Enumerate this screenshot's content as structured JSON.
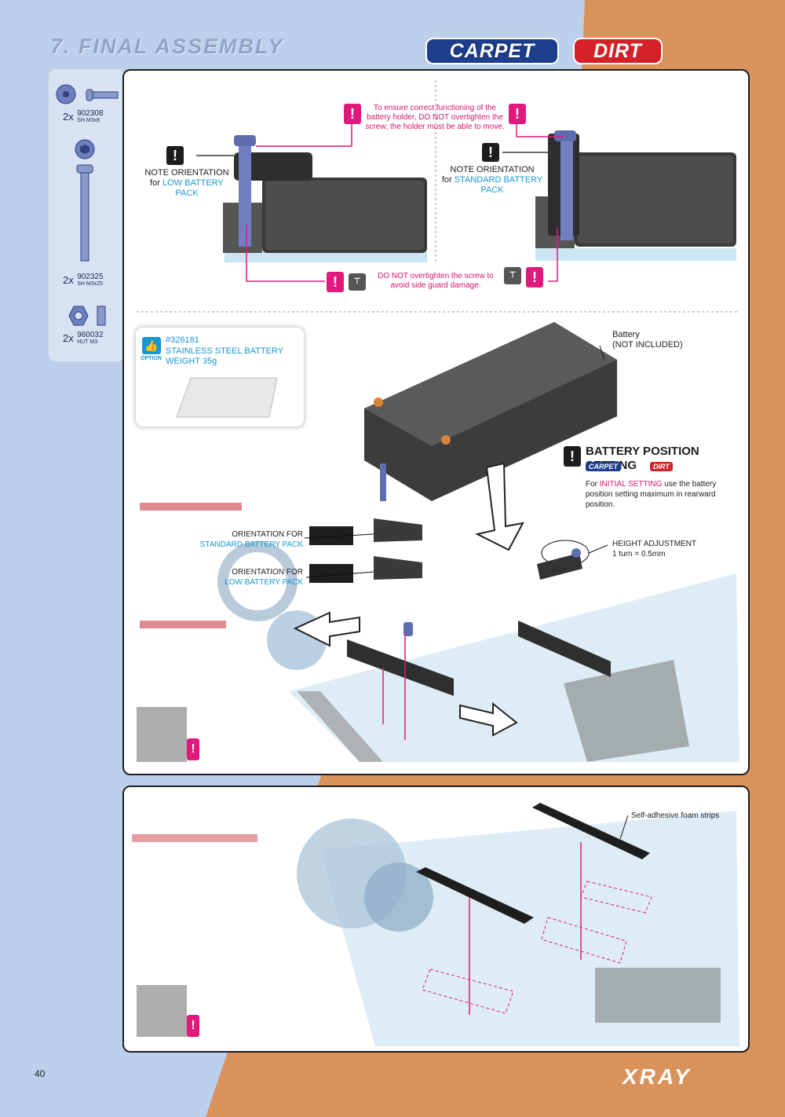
{
  "header": {
    "title": "7. FINAL ASSEMBLY",
    "badge_carpet": "CARPET",
    "badge_dirt": "DIRT"
  },
  "parts": [
    {
      "qty": "2x",
      "code": "902308",
      "desc": "SH M3x8"
    },
    {
      "qty": "2x",
      "code": "902325",
      "desc": "SH M3x25"
    },
    {
      "qty": "2x",
      "code": "960032",
      "desc": "NUT M3"
    }
  ],
  "top_panel": {
    "warn_holder": "To ensure correct functioning of the battery holder, DO NOT overtighten the screw; the holder must be able to move.",
    "note_low_1": "NOTE ORIENTATION",
    "note_low_2a": "for ",
    "note_low_2b": "LOW BATTERY PACK",
    "note_std_1": "NOTE ORIENTATION",
    "note_std_2a": "for ",
    "note_std_2b": "STANDARD BATTERY PACK",
    "warn_sideguard_a": "DO NOT",
    "warn_sideguard_b": " overtighten the screw to avoid side guard damage."
  },
  "main_panel": {
    "option_code": "#326181",
    "option_name": "STAINLESS STEEL BATTERY WEIGHT 35g",
    "option_tag": "OPTION",
    "battery_1": "Battery",
    "battery_2": "(NOT INCLUDED)",
    "setting_title": "BATTERY POSITION SETTING",
    "setting_carpet": "CARPET",
    "setting_dirt": "DIRT",
    "setting_text_a": "For ",
    "setting_text_b": "INITIAL SETTING",
    "setting_text_c": " use the battery position setting maximum in rearward position.",
    "height_1": "HEIGHT ADJUSTMENT",
    "height_2": "1 turn = 0.5mm",
    "orient_std_1": "ORIENTATION FOR",
    "orient_std_2": "STANDARD BATTERY PACK",
    "orient_low_1": "ORIENTATION FOR",
    "orient_low_2": "LOW BATTERY PACK"
  },
  "bottom_panel": {
    "foam": "Self-adhesive foam strips"
  },
  "footer": {
    "page_number": "40",
    "brand": "XRAY"
  },
  "colors": {
    "blue_bg": "#bcd0ec",
    "orange_bg": "#d9935a",
    "magenta": "#d4156b",
    "cyan": "#1797d1"
  }
}
